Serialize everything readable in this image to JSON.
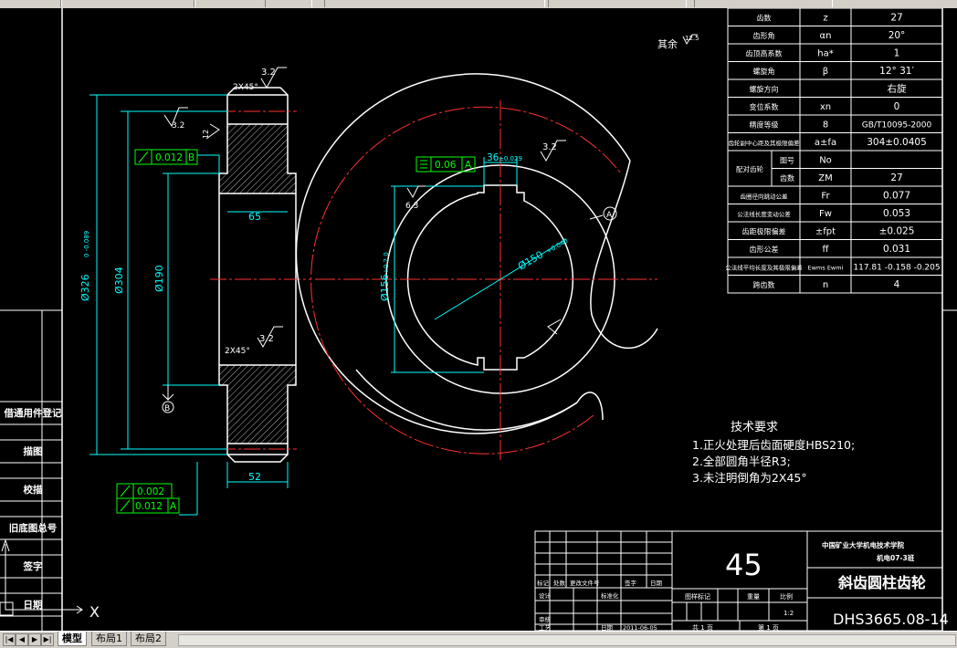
{
  "drawing": {
    "surface_note_label": "其余",
    "surface_note_value": "12.5",
    "roughness_32": "3.2",
    "roughness_12": "12",
    "roughness_63": "6.3",
    "chamfer_top": "2X45°",
    "chamfer_bottom": "2X45°",
    "dim_outer_dia": "Ø326",
    "dim_outer_tol": "0 -0.089",
    "dim_pitch_dia": "Ø304",
    "dim_hub_dia": "Ø190",
    "dim_bore": "Ø156",
    "dim_bore_tol": "+0.2 0",
    "dim_width_65": "65",
    "dim_width_52": "52",
    "dim_key_width": "36",
    "dim_key_tol": "±0.029",
    "dim_shaft": "Ø150",
    "dim_shaft_tol": "+0.040",
    "tol_runout_b": "0.012",
    "tol_runout_b_datum": "B",
    "tol_sym_value": "0.06",
    "tol_sym_datum": "A",
    "tol_flat_value": "0.002",
    "tol_runout_a_value": "0.012",
    "tol_runout_a_datum": "A",
    "datum_a": "A",
    "datum_b": "B",
    "tech_title": "技术要求",
    "tech_items": [
      "1.正火处理后齿面硬度HBS210;",
      "2.全部圆角半径R3;",
      "3.未注明倒角为2X45°"
    ]
  },
  "param_table": [
    [
      "齿数",
      "z",
      "27"
    ],
    [
      "齿形角",
      "αn",
      "20°"
    ],
    [
      "齿顶高系数",
      "ha*",
      "1"
    ],
    [
      "螺旋角",
      "β",
      "12° 31′"
    ],
    [
      "螺旋方向",
      "",
      "右旋"
    ],
    [
      "变位系数",
      "xn",
      "0"
    ],
    [
      "精度等级",
      "8",
      "GB/T10095-2000"
    ],
    [
      "齿轮副中心距及其极限偏差",
      "a±fa",
      "304±0.0405"
    ],
    [
      "图号",
      "No",
      ""
    ],
    [
      "齿数",
      "ZM",
      "27"
    ],
    [
      "齿圈径向跳动公差",
      "Fr",
      "0.077"
    ],
    [
      "公法线长度变动公差",
      "Fw",
      "0.053"
    ],
    [
      "齿距极限偏差",
      "±fpt",
      "±0.025"
    ],
    [
      "齿形公差",
      "ff",
      "0.031"
    ],
    [
      "公法线平均长度及其极限偏差",
      "Ewms Ewmi",
      "117.81 -0.158 -0.205"
    ],
    [
      "跨齿数",
      "n",
      "4"
    ]
  ],
  "param_pair_label": "配对齿轮",
  "left_panel": [
    "借通用件登记",
    "描图",
    "校描",
    "旧底图总号",
    "签字",
    "日期"
  ],
  "title_block": {
    "material": "45",
    "school": "中国矿业大学机电技术学院",
    "class": "机电07-3班",
    "part_name": "斜齿圆柱齿轮",
    "drawing_no": "DHS3665.08-14",
    "scale": "1:2",
    "date": "2011-06-05",
    "sheet": "第 1 页",
    "sheets_total": "共 1 页",
    "row_labels": [
      "标记",
      "处数",
      "更改文件号",
      "签字",
      "日期"
    ],
    "row_labels2": [
      "设计",
      "标准化"
    ],
    "row_labels3": [
      "审核"
    ],
    "row_labels4": [
      "工艺",
      "日期"
    ],
    "col_labels": [
      "图样标记",
      "重量",
      "比例"
    ]
  },
  "ucs_label": "X",
  "tabs": [
    "模型",
    "布局1",
    "布局2"
  ],
  "nav_buttons": [
    "|◀",
    "◀",
    "▶",
    "▶|"
  ],
  "colors": {
    "bg": "#000000",
    "line": "#ffffff",
    "dim": "#00ffff",
    "green": "#00ff00",
    "red": "#ff3030",
    "yellow": "#ffff00"
  }
}
